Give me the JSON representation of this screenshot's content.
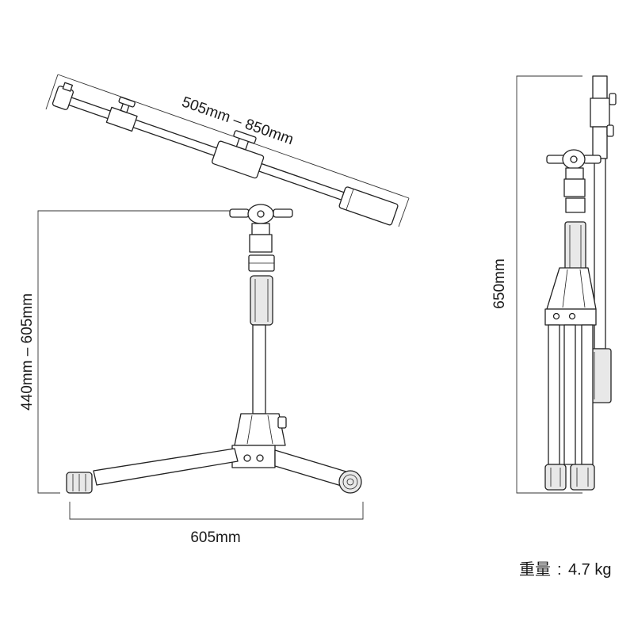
{
  "dimensions": {
    "boom_length": "505mm – 850mm",
    "stand_height": "440mm – 605mm",
    "base_width": "605mm",
    "folded_height": "650mm"
  },
  "weight": {
    "label": "重量",
    "separator": ":",
    "value": "4.7 kg"
  }
}
